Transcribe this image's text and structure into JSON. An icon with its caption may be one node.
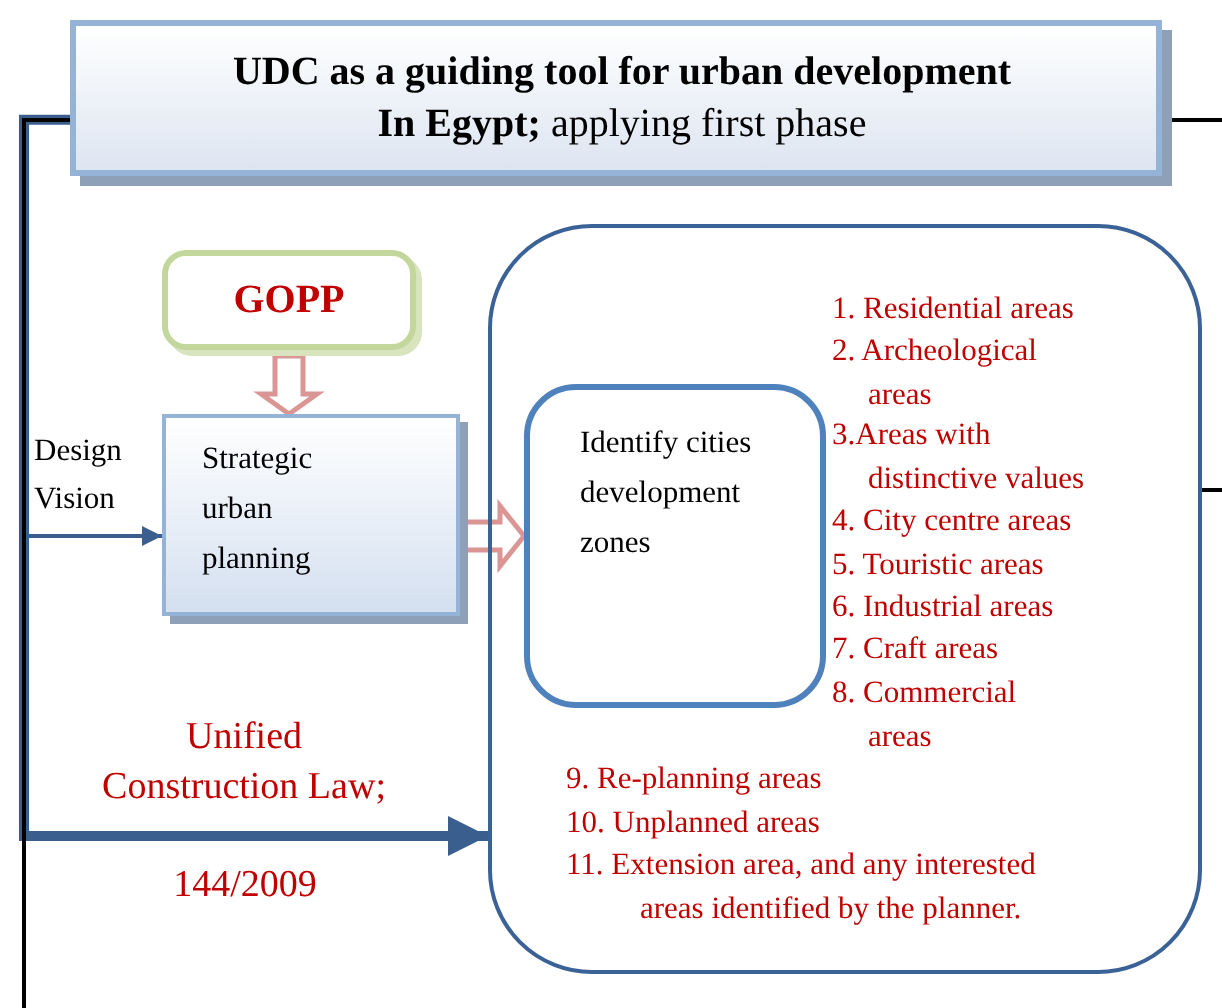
{
  "diagram": {
    "nodes": [
      {
        "text": [
          "**UDC as a guiding tool for urban development In Egypt;** applying first phase"
        ]
      },
      {
        "text": [
          "GOPP"
        ]
      },
      {
        "text": [
          "Strategic urban planning"
        ]
      },
      {
        "text": [
          "1. Residential areas",
          "2. Archeological areas",
          "3.Areas with distinctive values",
          "4. City centre areas",
          "5. Touristic areas",
          "6. Industrial areas",
          "7. Craft areas",
          "8. Commercial areas",
          "9. Re-planning areas",
          "10. Unplanned areas",
          "11. Extension area, and any interested areas identified by the planner."
        ]
      },
      {
        "text": [
          "Identify cities development zones"
        ],
        "in": 3
      }
    ],
    "edges": [
      {
        "from": 0,
        "to": 2,
        "arrow": "to",
        "label": "Design Vision"
      },
      {
        "from": 0,
        "to": 3,
        "arrow": "to",
        "label": "Unified Construction Law;",
        "style": "thick"
      },
      {
        "from": 1,
        "to": 2,
        "arrow": "to",
        "color": "#d99694"
      },
      {
        "from": 2,
        "to": 4,
        "arrow": "to",
        "color": "#d99694"
      },
      {
        "from": 0,
        "to": null,
        "arrow": "none",
        "color": "#000000"
      },
      {
        "from": 3,
        "to": null,
        "arrow": "none",
        "color": "#000000"
      }
    ],
    "labels": [
      "144/2009"
    ]
  }
}
